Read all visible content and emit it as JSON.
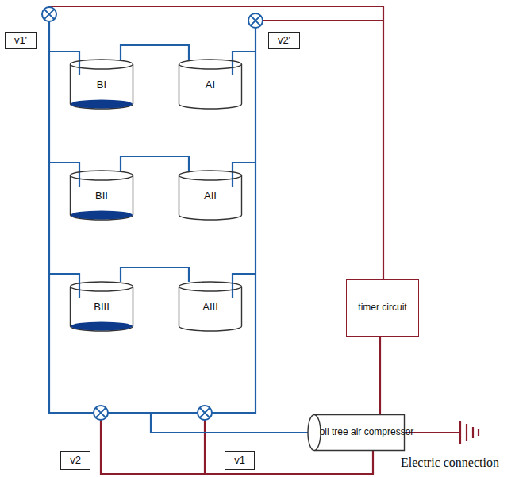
{
  "diagram": {
    "nodes": [
      {
        "text": [
          "v1'"
        ]
      },
      {
        "text": [
          "v2'"
        ]
      },
      {
        "text": [
          "BI"
        ]
      },
      {
        "text": [
          "AI"
        ]
      },
      {
        "text": [
          "BII"
        ]
      },
      {
        "text": [
          "AII"
        ]
      },
      {
        "text": [
          "BIII"
        ]
      },
      {
        "text": [
          "AIII"
        ]
      },
      {
        "text": [
          "timer circuit"
        ]
      },
      {
        "text": [
          "v2"
        ]
      },
      {
        "text": [
          "v1"
        ]
      },
      {
        "text": [
          "oil tree air compressor"
        ]
      }
    ],
    "edges": [
      {
        "from": 2,
        "to": 3,
        "arrow": "none"
      },
      {
        "from": 4,
        "to": 5,
        "arrow": "none"
      },
      {
        "from": 6,
        "to": 7,
        "arrow": "none"
      },
      {
        "from": 8,
        "to": 11,
        "arrow": "none"
      }
    ],
    "labels": [
      "Electric connection"
    ]
  }
}
